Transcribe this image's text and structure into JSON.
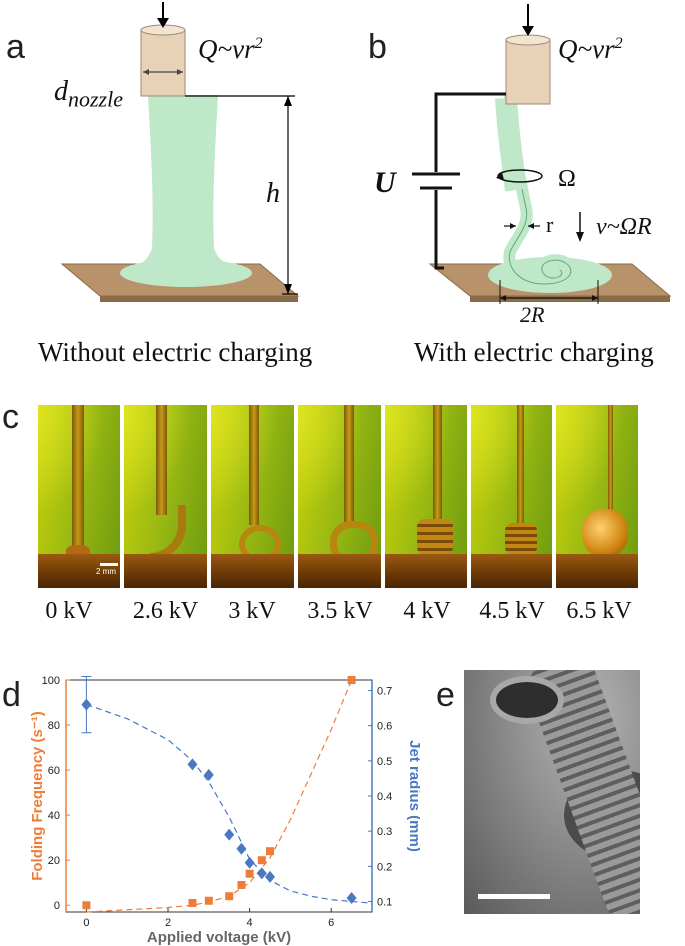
{
  "panels": {
    "a": {
      "letter": "a",
      "flow_label_main": "Q~vr",
      "flow_label_exp": "2",
      "nozzle_label_main": "d",
      "nozzle_label_sub": "nozzle",
      "height_label": "h",
      "caption": "Without electric charging"
    },
    "b": {
      "letter": "b",
      "flow_label_main": "Q~vr",
      "flow_label_exp": "2",
      "voltage_label": "U",
      "omega_label": "Ω",
      "radius_label": "r",
      "velocity_label": "v~ΩR",
      "diameter_label": "2R",
      "caption": "With electric charging"
    },
    "c": {
      "letter": "c",
      "scale_bar": "2 mm",
      "voltages": [
        "0 kV",
        "2.6 kV",
        "3 kV",
        "3.5 kV",
        "4 kV",
        "4.5 kV",
        "6.5 kV"
      ]
    },
    "d": {
      "letter": "d"
    },
    "e": {
      "letter": "e"
    }
  },
  "colors": {
    "orange": "#ef7d3a",
    "blue": "#4a78c2",
    "jet_green": "#bfe8c8",
    "substrate": "#b8926a",
    "nozzle": "#e7d2b8"
  },
  "chart_data": {
    "type": "scatter",
    "xlabel": "Applied voltage (kV)",
    "ylabel": "Folding Frequency (s⁻¹)",
    "y2label": "Jet radius (mm)",
    "xlim": [
      -0.5,
      7
    ],
    "ylim": [
      -3,
      100
    ],
    "y2lim": [
      0.07,
      0.73
    ],
    "x_ticks": [
      0,
      2,
      4,
      6
    ],
    "y_ticks": [
      0,
      20,
      40,
      60,
      80,
      100
    ],
    "y2_ticks": [
      0.1,
      0.2,
      0.3,
      0.4,
      0.5,
      0.6,
      0.7
    ],
    "grid": false,
    "series": [
      {
        "axis": "left",
        "marker": "square",
        "color": "#ef7d3a",
        "x": [
          0,
          2.6,
          3.0,
          3.5,
          3.8,
          4.0,
          4.3,
          4.5,
          6.5
        ],
        "y": [
          0,
          1,
          2,
          4,
          9,
          14,
          20,
          24,
          100
        ]
      },
      {
        "axis": "right",
        "marker": "diamond",
        "color": "#4a78c2",
        "x": [
          0,
          2.6,
          3.0,
          3.5,
          3.8,
          4.0,
          4.3,
          4.5,
          6.5
        ],
        "y": [
          0.66,
          0.49,
          0.46,
          0.29,
          0.25,
          0.21,
          0.18,
          0.17,
          0.11
        ],
        "errorbar_x": 0,
        "errorbar_y": [
          0.58,
          0.74
        ]
      }
    ],
    "fit_lines": [
      {
        "axis": "left",
        "color": "#ef7d3a",
        "x": [
          0,
          1,
          2,
          2.6,
          3,
          3.5,
          4,
          4.5,
          5,
          5.5,
          6,
          6.5
        ],
        "y": [
          -3,
          -2,
          -1,
          0,
          1.5,
          4,
          10,
          21,
          38,
          58,
          78,
          100
        ]
      },
      {
        "axis": "right",
        "color": "#4a78c2",
        "x": [
          0,
          1,
          2,
          2.6,
          3,
          3.5,
          4,
          4.5,
          5,
          5.5,
          6,
          6.5,
          7
        ],
        "y": [
          0.66,
          0.62,
          0.56,
          0.5,
          0.44,
          0.34,
          0.22,
          0.16,
          0.13,
          0.115,
          0.105,
          0.1,
          0.095
        ]
      }
    ]
  }
}
